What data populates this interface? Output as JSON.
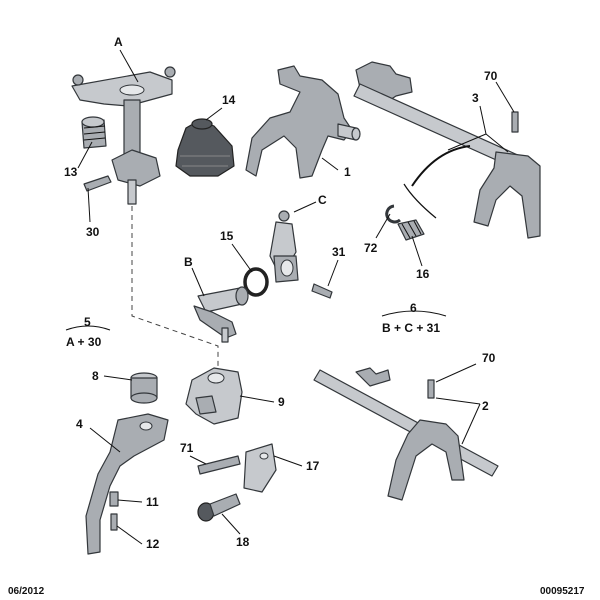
{
  "callouts": {
    "A": "A",
    "c14": "14",
    "c13": "13",
    "c30": "30",
    "c1": "1",
    "c70a": "70",
    "c3": "3",
    "C": "C",
    "c15": "15",
    "B": "B",
    "c31": "31",
    "c72": "72",
    "c16": "16",
    "c8": "8",
    "c9": "9",
    "c70b": "70",
    "c2": "2",
    "c4": "4",
    "c71": "71",
    "c17": "17",
    "c11": "11",
    "c12": "12",
    "c18": "18"
  },
  "groups": {
    "g5": {
      "num": "5",
      "formula": "A + 30"
    },
    "g6": {
      "num": "6",
      "formula": "B + C + 31"
    }
  },
  "footer": {
    "date": "06/2012",
    "reference": "00095217"
  },
  "colors": {
    "metal": "#a9adb2",
    "metal_light": "#c6c9cd",
    "dark": "#55595e",
    "line": "#111111"
  }
}
